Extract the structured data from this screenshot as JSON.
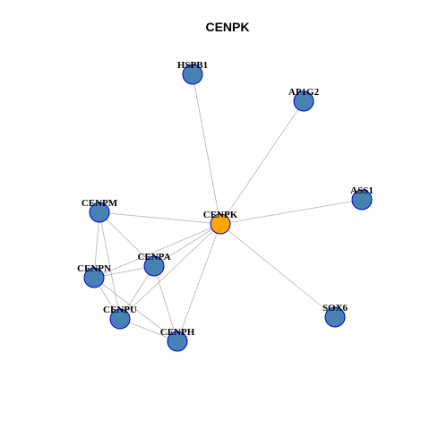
{
  "title": "CENPK",
  "colors": {
    "hub_fill": "#ffa500",
    "node_fill": "#4682b4",
    "node_stroke": "#0000cd",
    "edge": "#b3b3b3",
    "label": "#000000"
  },
  "nodes": [
    {
      "id": "CENPK",
      "label": "CENPK",
      "role": "hub"
    },
    {
      "id": "HSPB1",
      "label": "HSPB1",
      "role": "neighbor"
    },
    {
      "id": "AP1G2",
      "label": "AP1G2",
      "role": "neighbor"
    },
    {
      "id": "ASS1",
      "label": "ASS1",
      "role": "neighbor"
    },
    {
      "id": "SOX6",
      "label": "SOX6",
      "role": "neighbor"
    },
    {
      "id": "CENPM",
      "label": "CENPM",
      "role": "neighbor"
    },
    {
      "id": "CENPA",
      "label": "CENPA",
      "role": "neighbor"
    },
    {
      "id": "CENPN",
      "label": "CENPN",
      "role": "neighbor"
    },
    {
      "id": "CENPU",
      "label": "CENPU",
      "role": "neighbor"
    },
    {
      "id": "CENPH",
      "label": "CENPH",
      "role": "neighbor"
    }
  ],
  "edges": [
    [
      "CENPK",
      "HSPB1"
    ],
    [
      "CENPK",
      "AP1G2"
    ],
    [
      "CENPK",
      "ASS1"
    ],
    [
      "CENPK",
      "SOX6"
    ],
    [
      "CENPK",
      "CENPM"
    ],
    [
      "CENPK",
      "CENPA"
    ],
    [
      "CENPK",
      "CENPN"
    ],
    [
      "CENPK",
      "CENPU"
    ],
    [
      "CENPK",
      "CENPH"
    ],
    [
      "CENPM",
      "CENPA"
    ],
    [
      "CENPM",
      "CENPN"
    ],
    [
      "CENPM",
      "CENPU"
    ],
    [
      "CENPA",
      "CENPN"
    ],
    [
      "CENPA",
      "CENPU"
    ],
    [
      "CENPA",
      "CENPH"
    ],
    [
      "CENPN",
      "CENPU"
    ],
    [
      "CENPN",
      "CENPH"
    ],
    [
      "CENPU",
      "CENPH"
    ]
  ]
}
